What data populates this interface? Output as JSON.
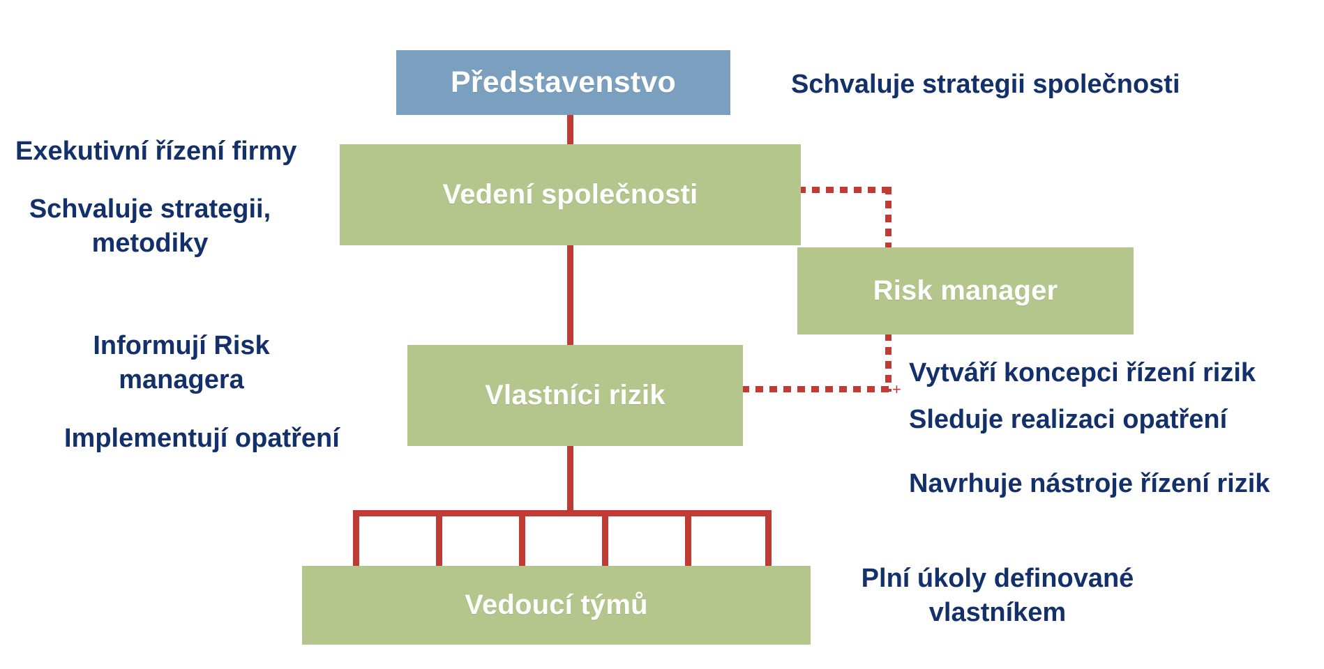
{
  "diagram": {
    "title_language": "cs",
    "colors": {
      "board_box": "#7ba0bf",
      "unit_box": "#b5c68d",
      "connector": "#bf3b33",
      "note_text": "#13306b",
      "box_text": "#ffffff",
      "background": "#ffffff"
    },
    "nodes": [
      {
        "id": "predstavenstvo",
        "label": "Představenstvo",
        "style": "blue"
      },
      {
        "id": "vedeni",
        "label": "Vedení společnosti",
        "style": "green"
      },
      {
        "id": "risk_manager",
        "label": "Risk manager",
        "style": "green"
      },
      {
        "id": "vlastnici",
        "label": "Vlastníci rizik",
        "style": "green"
      },
      {
        "id": "vedouci",
        "label": "Vedoucí týmů",
        "style": "green"
      }
    ],
    "notes": [
      {
        "id": "note-predstavenstvo",
        "text": "Schvaluje strategii společnosti",
        "align": "left"
      },
      {
        "id": "note-vedeni-1",
        "text": "Exekutivní řízení firmy",
        "align": "left"
      },
      {
        "id": "note-vedeni-2",
        "text": "Schvaluje strategii,\nmetodiky",
        "align": "center"
      },
      {
        "id": "note-vlastnici-1",
        "text": "Informují Risk\nmanagera",
        "align": "center"
      },
      {
        "id": "note-vlastnici-2",
        "text": "Implementují opatření",
        "align": "left"
      },
      {
        "id": "note-risk-1",
        "text": "Vytváří koncepci řízení rizik",
        "align": "left"
      },
      {
        "id": "note-risk-2",
        "text": "Sleduje realizaci opatření",
        "align": "left"
      },
      {
        "id": "note-risk-3",
        "text": "Navrhuje nástroje řízení rizik",
        "align": "left"
      },
      {
        "id": "note-vedouci",
        "text": "Plní úkoly definované\nvlastníkem",
        "align": "center"
      }
    ],
    "connectors": {
      "solid_count": 10,
      "dotted_count": 2,
      "team_branches": 6,
      "junction_marker": "+"
    }
  }
}
